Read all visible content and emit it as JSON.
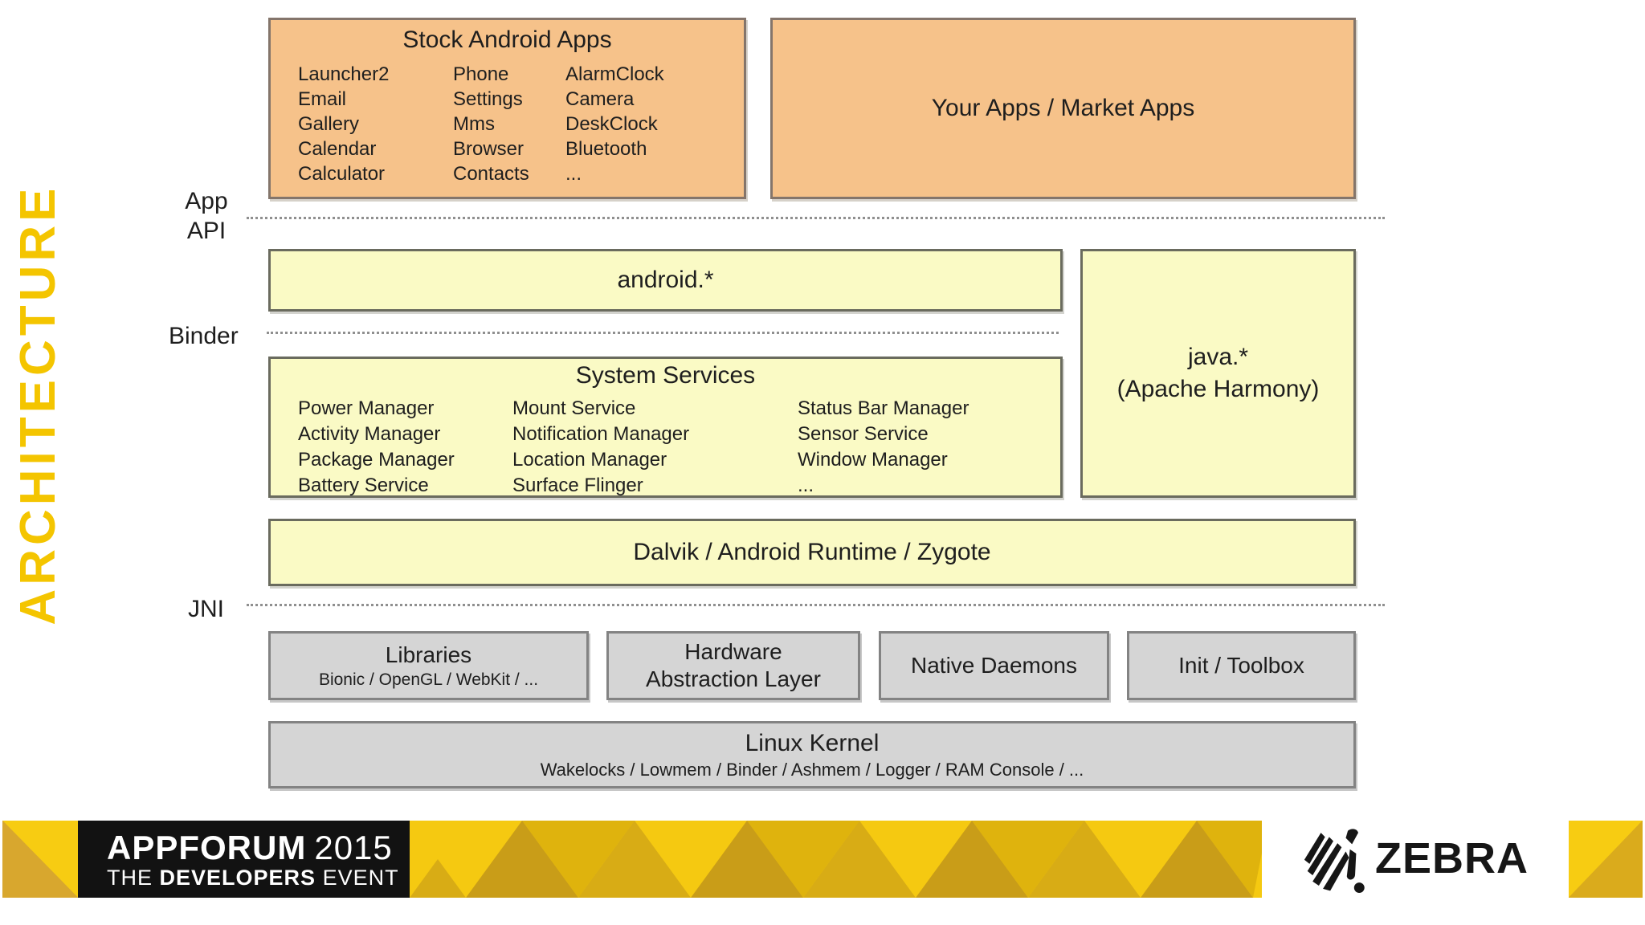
{
  "page": {
    "side_label": "ARCHITECTURE"
  },
  "labels": {
    "app": "App",
    "api": "API",
    "binder": "Binder",
    "jni": "JNI"
  },
  "stock_apps": {
    "title": "Stock Android Apps",
    "rows": [
      [
        "Launcher2",
        "Phone",
        "AlarmClock"
      ],
      [
        "Email",
        "Settings",
        "Camera"
      ],
      [
        "Gallery",
        "Mms",
        "DeskClock"
      ],
      [
        "Calendar",
        "Browser",
        "Bluetooth"
      ],
      [
        "Calculator",
        "Contacts",
        "..."
      ]
    ]
  },
  "your_apps": {
    "title": "Your Apps / Market Apps"
  },
  "android_layer": {
    "title": "android.*"
  },
  "java_layer": {
    "title": "java.*",
    "subtitle": "(Apache Harmony)"
  },
  "system_services": {
    "title": "System Services",
    "rows": [
      [
        "Power Manager",
        "Mount Service",
        "Status Bar Manager"
      ],
      [
        "Activity Manager",
        "Notification Manager",
        "Sensor Service"
      ],
      [
        "Package Manager",
        "Location Manager",
        "Window Manager"
      ],
      [
        "Battery Service",
        "Surface Flinger",
        "..."
      ]
    ]
  },
  "dalvik": {
    "title": "Dalvik / Android Runtime / Zygote"
  },
  "native_boxes": {
    "libraries": {
      "title": "Libraries",
      "subtitle": "Bionic / OpenGL / WebKit / ..."
    },
    "hal": {
      "title": "Hardware",
      "subtitle": "Abstraction Layer"
    },
    "daemons": {
      "title": "Native Daemons"
    },
    "init": {
      "title": "Init / Toolbox"
    }
  },
  "kernel": {
    "title": "Linux Kernel",
    "subtitle": "Wakelocks / Lowmem / Binder / Ashmem / Logger / RAM Console / ..."
  },
  "footer": {
    "brand_bold": "APPFORUM",
    "brand_year": "2015",
    "tagline_pre": "THE",
    "tagline_bold": "DEVELOPERS",
    "tagline_post": "EVENT",
    "logo_text": "ZEBRA"
  },
  "colors": {
    "accent_gold": "#F4C500",
    "banner_yellow": "#F5C911",
    "box_orange": "#F6C28A",
    "box_yellow": "#FAFAC5",
    "box_gray": "#D5D5D5",
    "banner_black": "#121212"
  }
}
